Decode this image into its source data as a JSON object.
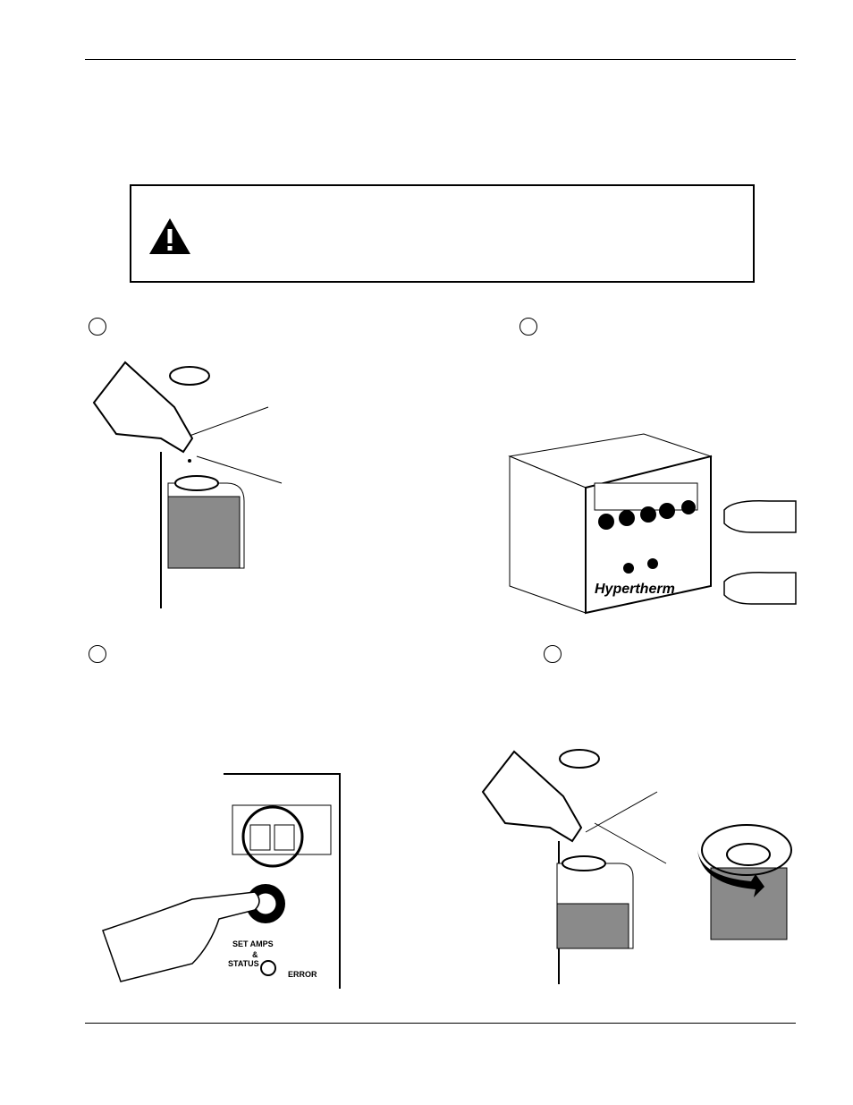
{
  "figure_labels": {
    "set_amps": "SET AMPS",
    "amp": "&",
    "status": "STATUS",
    "error": "ERROR"
  },
  "logo": {
    "brand": "Hypertherm"
  },
  "colors": {
    "coolant": "#8a8a8a",
    "ink": "#000000"
  }
}
